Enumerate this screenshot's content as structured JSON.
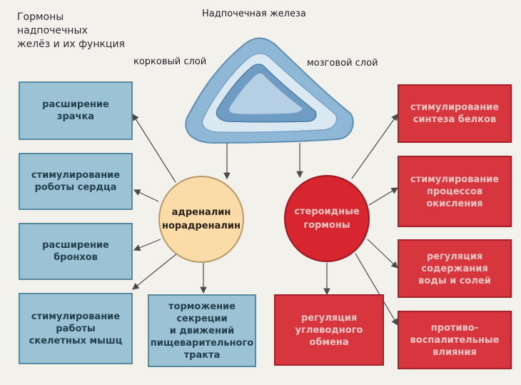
{
  "title": "Гормоны\nнадпочечных\nжелёз и их функция",
  "gland": {
    "name": "Надпочечная железа",
    "cortex": "корковый слой",
    "medulla": "мозговой слой"
  },
  "hubs": {
    "adrenaline": "адреналин\nнорадреналин",
    "steroids": "стероидные\nгормоны"
  },
  "adrenaline_effects": [
    "расширение\nзрачка",
    "стимулирование\nроботы сердца",
    "расширение\nбронхов",
    "стимулирование\nработы\nскелетных мышц",
    "торможение\nсекреции\nи движений\nпищеварительного\nтракта"
  ],
  "steroid_effects": [
    "стимулирование\nсинтеза белков",
    "стимулирование\nпроцессов\nокисления",
    "регуляция\nсодержания\nводы и солей",
    "регуляция\nуглеводного\nобмена",
    "противо-\nвоспалительные\nвлияния"
  ],
  "colors": {
    "blue_box": "#9bc3d5",
    "red_box": "#d8363e",
    "adrenaline_circle": "#fbdca8",
    "steroid_circle": "#d7262f",
    "gland": "#8fb8d6"
  }
}
